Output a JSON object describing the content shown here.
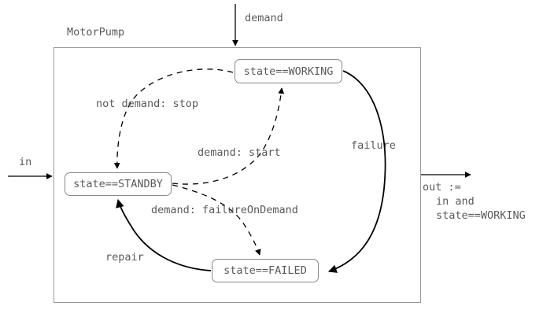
{
  "diagram": {
    "component_title": "MotorPump",
    "inputs": [
      {
        "name": "demand",
        "label": "demand"
      },
      {
        "name": "in",
        "label": "in"
      }
    ],
    "outputs": [
      {
        "name": "out",
        "line1": "out :=",
        "line2": "in and",
        "line3": "state==WORKING"
      }
    ],
    "states": [
      {
        "id": "working",
        "label": "state==WORKING"
      },
      {
        "id": "standby",
        "label": "state==STANDBY"
      },
      {
        "id": "failed",
        "label": "state==FAILED"
      }
    ],
    "transitions": [
      {
        "id": "stop",
        "label": "not demand: stop",
        "from": "working",
        "to": "standby",
        "style": "dashed"
      },
      {
        "id": "start",
        "label": "demand: start",
        "from": "standby",
        "to": "working",
        "style": "dashed"
      },
      {
        "id": "failureOnDemand",
        "label": "demand: failureOnDemand",
        "from": "standby",
        "to": "failed",
        "style": "dashed"
      },
      {
        "id": "failure",
        "label": "failure",
        "from": "working",
        "to": "failed",
        "style": "solid"
      },
      {
        "id": "repair",
        "label": "repair",
        "from": "failed",
        "to": "standby",
        "style": "solid"
      }
    ],
    "colors": {
      "stroke": "#000000",
      "box_border": "#8a8a8a",
      "container_border": "#9a9a9a",
      "text": "#5a5a5a",
      "background": "#ffffff"
    }
  }
}
